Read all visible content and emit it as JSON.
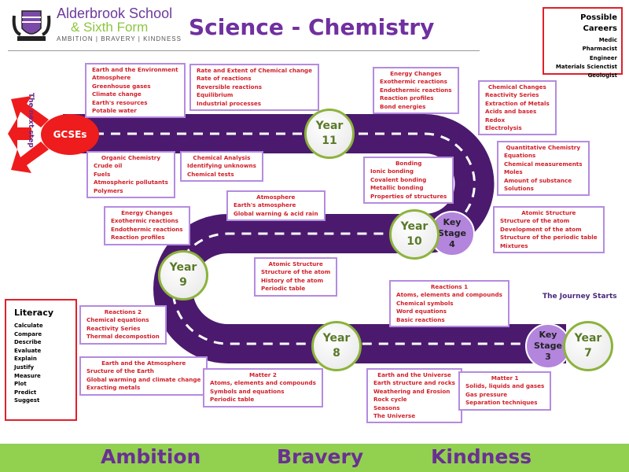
{
  "header": {
    "school_line1": "Alderbrook School",
    "school_line2": "& Sixth Form",
    "school_motto": "AMBITION | BRAVERY | KINDNESS",
    "title": "Science - Chemistry"
  },
  "careers": {
    "heading": "Possible Careers",
    "items": [
      "Medic",
      "Pharmacist",
      "Engineer",
      "Materials Scienctist",
      "Geologist"
    ]
  },
  "literacy": {
    "heading": "Literacy",
    "items": [
      "Calculate",
      "Compare",
      "Describe",
      "Evaluate",
      "Explain",
      "Justify",
      "Measure",
      "Plot",
      "Predict",
      "Suggest"
    ]
  },
  "journey": {
    "start_label": "The Journey Starts",
    "gcse_label": "GCSEs",
    "next_step_label": "The next step",
    "milestones": {
      "year7": [
        "Year",
        "7"
      ],
      "year8": [
        "Year",
        "8"
      ],
      "year9": [
        "Year",
        "9"
      ],
      "year10": [
        "Year",
        "10"
      ],
      "year11": [
        "Year",
        "11"
      ],
      "ks3": [
        "Key",
        "Stage",
        "3"
      ],
      "ks4": [
        "Key",
        "Stage",
        "4"
      ]
    }
  },
  "topics": [
    {
      "title": "Earth and the Environment",
      "items": [
        "Atmosphere",
        "Greenhouse gases",
        "Climate change",
        "Earth's resources",
        "Potable water"
      ]
    },
    {
      "title": "Rate and Extent of Chemical change",
      "items": [
        "Rate of reactions",
        "Reversible reactions",
        "Equilibrium",
        "Industrial processes"
      ]
    },
    {
      "title": "Energy Changes",
      "items": [
        "Exothermic reactions",
        "Endothermic reactions",
        "Reaction profiles",
        "Bond energies"
      ]
    },
    {
      "title": "Chemical Changes",
      "items": [
        "Reactivity Series",
        "Extraction of Metals",
        "Acids and bases",
        "Redox",
        "Electrolysis"
      ]
    },
    {
      "title": "Organic Chemistry",
      "items": [
        "Crude oil",
        "Fuels",
        "Atmospheric pollutants",
        "Polymers"
      ]
    },
    {
      "title": "Chemical Analysis",
      "items": [
        "Identifying unknowns",
        "Chemical tests"
      ]
    },
    {
      "title": "Bonding",
      "items": [
        "Ionic bonding",
        "Covalent bonding",
        "Metallic bonding",
        "Properties of structures"
      ]
    },
    {
      "title": "Quantitative Chemistry",
      "items": [
        "Equations",
        "Chemical measurements",
        "Moles",
        "Amount of substance",
        "Solutions"
      ]
    },
    {
      "title": "Atmosphere",
      "items": [
        "Earth's atmosphere",
        "Global warning & acid rain"
      ]
    },
    {
      "title": "Energy Changes",
      "items": [
        "Exothermic reactions",
        "Endothermic reactions",
        "Reaction profiles"
      ]
    },
    {
      "title": "Atomic Structure",
      "items": [
        "Structure of the atom",
        "Development of the atom",
        "Structure of the periodic table",
        "Mixtures"
      ]
    },
    {
      "title": "Atomic Structure",
      "items": [
        "Structure of the atom",
        "History of the atom",
        "Periodic table"
      ]
    },
    {
      "title": "Reactions 1",
      "items": [
        "Atoms, elements and compounds",
        "Chemical symbols",
        "Word equations",
        "Basic reactions"
      ]
    },
    {
      "title": "Reactions 2",
      "items": [
        "Chemical equations",
        "Reactivity Series",
        "Thermal decompostion"
      ]
    },
    {
      "title": "Earth and the Atmosphere",
      "items": [
        "Sructure of the Earth",
        "Global warming and climate change",
        "Exracting metals"
      ]
    },
    {
      "title": "Matter 2",
      "items": [
        "Atoms, elements and compounds",
        "Symbols and equations",
        "Periodic table"
      ]
    },
    {
      "title": "Earth and the Universe",
      "items": [
        "Earth structure and rocks",
        "Weathering and Erosion",
        "Rock cycle",
        "Seasons",
        "The Universe"
      ]
    },
    {
      "title": "Matter 1",
      "items": [
        "Solids, liquids and gases",
        "Gas pressure",
        "Separation techniques"
      ]
    }
  ],
  "footer": {
    "values": [
      "Ambition",
      "Bravery",
      "Kindness"
    ]
  },
  "colors": {
    "road": "#4b1a6e",
    "accent_purple": "#7030a0",
    "topic_text": "#d0202a",
    "topic_border": "#b48be0",
    "footer_green": "#92d050",
    "year_ring": "#8cb33c",
    "key_stage": "#b385dd",
    "gcse_red": "#ee1c1c"
  }
}
